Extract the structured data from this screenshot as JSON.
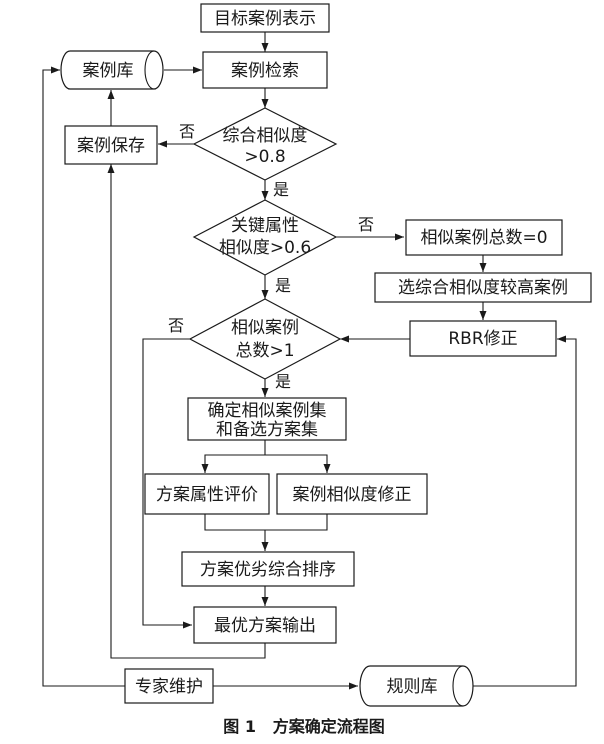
{
  "diagram": {
    "nodes": {
      "target_case": "目标案例表示",
      "case_library": "案例库",
      "case_retrieval": "案例检索",
      "case_save": "案例保存",
      "overall_sim_l1": "综合相似度",
      "overall_sim_l2": ">0.8",
      "key_attr_l1": "关键属性",
      "key_attr_l2": "相似度>0.6",
      "similar_zero": "相似案例总数=0",
      "select_higher": "选综合相似度较高案例",
      "similar_total_l1": "相似案例",
      "similar_total_l2": "总数>1",
      "rbr_correction": "RBR修正",
      "confirm_sets_l1": "确定相似案例集",
      "confirm_sets_l2": "和备选方案集",
      "plan_attr_eval": "方案属性评价",
      "case_sim_correction": "案例相似度修正",
      "plan_ranking": "方案优劣综合排序",
      "best_plan_output": "最优方案输出",
      "expert_maintenance": "专家维护",
      "rule_library": "规则库"
    },
    "edge_labels": {
      "no_1": "否",
      "yes_1": "是",
      "no_2": "否",
      "yes_2": "是",
      "no_3": "否",
      "yes_3": "是"
    }
  },
  "caption": "图 1   方案确定流程图"
}
